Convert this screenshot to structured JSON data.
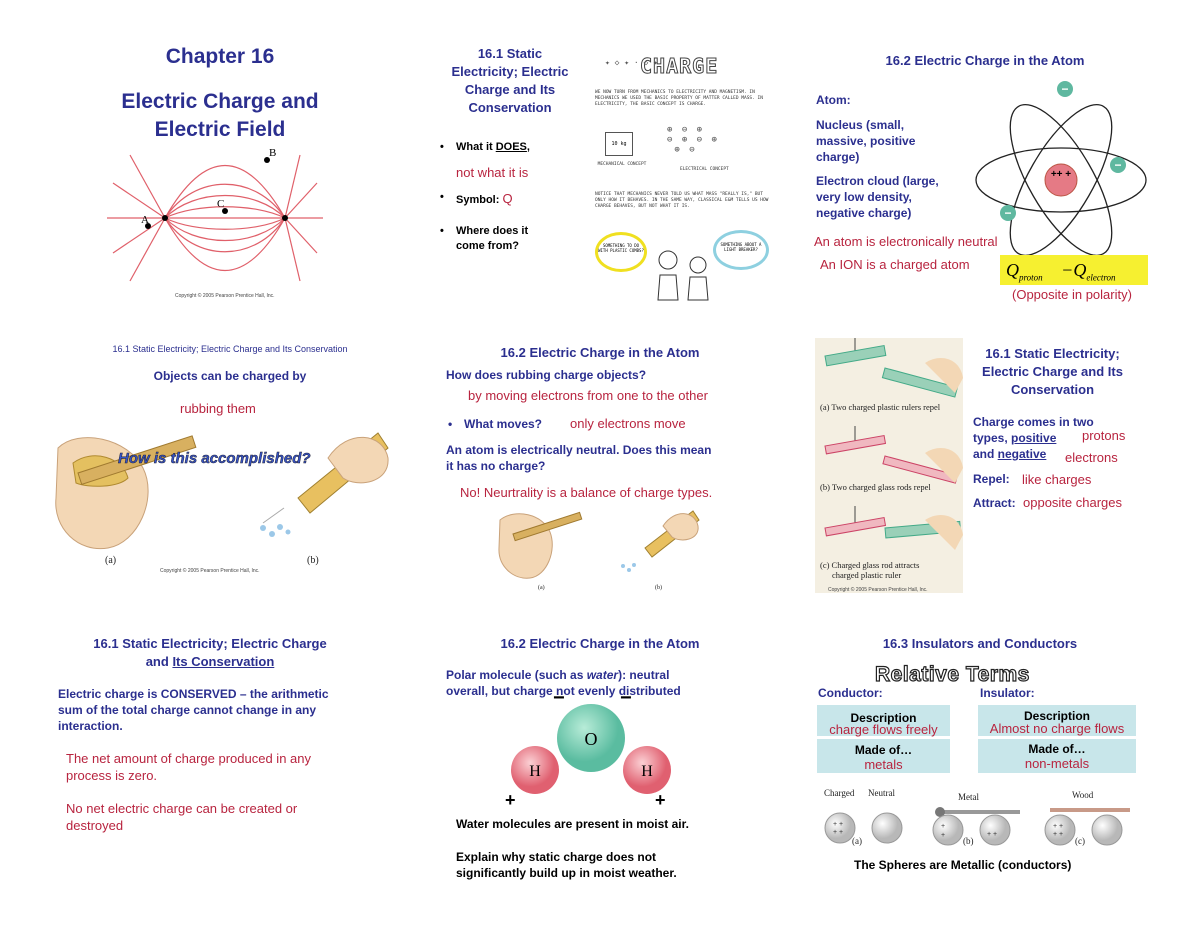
{
  "s1": {
    "title": "Chapter 16",
    "subtitle_line1": "Electric Charge and",
    "subtitle_line2": "Electric Field",
    "labels": {
      "a": "A",
      "b": "B",
      "c": "C"
    },
    "copyright": "Copyright © 2005 Pearson Prentice Hall, Inc."
  },
  "s2": {
    "title_line1": "16.1 Static",
    "title_line2": "Electricity; Electric",
    "title_line3": "Charge and Its",
    "title_line4": "Conservation",
    "b1_prefix": "What it ",
    "b1_underlined": "DOES",
    "b1_suffix": ",",
    "b1_answer": "not what it is",
    "b2_label": "Symbol:",
    "b2_answer": "Q",
    "b3_line1": "Where does it",
    "b3_line2": "come from?",
    "comic_title": "CHARGE",
    "comic_text1": "WE NOW TURN FROM MECHANICS TO ELECTRICITY AND MAGNETISM. IN MECHANICS WE USED THE BASIC PROPERTY OF MATTER CALLED MASS. IN ELECTRICITY, THE BASIC CONCEPT IS CHARGE.",
    "comic_mech": "MECHANICAL CONCEPT",
    "comic_elec": "ELECTRICAL CONCEPT",
    "comic_weight": "10 kg",
    "comic_text2": "NOTICE THAT MECHANICS NEVER TOLD US WHAT MASS \"REALLY IS,\" BUT ONLY HOW IT BEHAVES. IN THE SAME WAY, CLASSICAL E&M TELLS US HOW CHARGE BEHAVES, BUT NOT WHAT IT IS.",
    "bubble1": "SOMETHING TO DO WITH PLASTIC COMBS?",
    "bubble2": "SOMETHING ABOUT A LIGHT BREAKER?"
  },
  "s3": {
    "title": "16.2 Electric Charge in the Atom",
    "atom_label": "Atom:",
    "nucleus_line1": "Nucleus (small,",
    "nucleus_line2": "massive, positive",
    "nucleus_line3": "charge)",
    "cloud_line1": "Electron cloud (large,",
    "cloud_line2": "very low density,",
    "cloud_line3": "negative charge)",
    "neutral": "An atom is electronically neutral",
    "ion": "An ION is a charged atom",
    "formula_q1": "Q",
    "formula_sub1": "proton",
    "formula_minus": "−Q",
    "formula_sub2": "electron",
    "opposite": "(Opposite in polarity)",
    "nucleus_sign": "++ +",
    "electron_sign": "−"
  },
  "s4": {
    "title": "16.1 Static Electricity; Electric Charge and Its Conservation",
    "objects": "Objects can be charged by",
    "rubbing": "rubbing them",
    "question": "How is this accomplished?",
    "cap_a": "(a)",
    "cap_b": "(b)",
    "copyright": "Copyright © 2005 Pearson Prentice Hall, Inc."
  },
  "s5": {
    "title": "16.2 Electric Charge in the Atom",
    "q1": "How does rubbing charge objects?",
    "a1": "by moving electrons from one to the other",
    "q2": "What moves?",
    "a2": "only electrons move",
    "q3_line1": "An atom is electrically neutral. Does this mean",
    "q3_line2": "it has no charge?",
    "a3": "No! Neurtrality is a balance of charge types.",
    "cap_a": "(a)",
    "cap_b": "(b)"
  },
  "s6": {
    "title_line1": "16.1 Static Electricity;",
    "title_line2": "Electric Charge and Its",
    "title_line3": "Conservation",
    "types_line1": "Charge comes in two",
    "types_line2_prefix": "types, ",
    "positive": "positive",
    "protons": "protons",
    "and": "and ",
    "negative": "negative",
    "electrons": "electrons",
    "repel_label": "Repel:",
    "repel_value": "like charges",
    "attract_label": "Attract:",
    "attract_value": "opposite charges",
    "cap_a": "(a)  Two charged plastic rulers repel",
    "cap_b": "(b)  Two charged glass rods repel",
    "cap_c1": "(c)  Charged glass rod attracts",
    "cap_c2": "charged plastic ruler",
    "copyright": "Copyright © 2005 Pearson Prentice Hall, Inc."
  },
  "s7": {
    "title_line1": "16.1 Static Electricity; Electric Charge",
    "title_line2_prefix": "and ",
    "title_line2_u": "Its Conservation",
    "conserved_line1": "Electric charge is CONSERVED – the arithmetic",
    "conserved_line2": "sum of the total charge cannot change in any",
    "conserved_line3": "interaction.",
    "net_line1": "The net amount of charge produced in any",
    "net_line2": "process is zero.",
    "nonet_line1": "No net electric charge can be created or",
    "nonet_line2": "destroyed"
  },
  "s8": {
    "title": "16.2 Electric Charge in the Atom",
    "polar_line1_prefix": "Polar molecule (such as ",
    "polar_italic": "water",
    "polar_line1_suffix": "): neutral",
    "polar_line2": "overall, but charge not evenly distributed",
    "atom_o": "O",
    "atom_h1": "H",
    "atom_h2": "H",
    "minus1": "−",
    "minus2": "−",
    "plus1": "+",
    "plus2": "+",
    "moist": "Water molecules are present in moist air.",
    "explain_line1": "Explain why static charge does not",
    "explain_line2": "significantly build up in moist weather."
  },
  "s9": {
    "title": "16.3 Insulators and Conductors",
    "relative": "Relative Terms",
    "conductor": "Conductor:",
    "insulator": "Insulator:",
    "description": "Description",
    "cond_desc": "charge flows freely",
    "ins_desc": "Almost no charge flows",
    "made_of": "Made of…",
    "cond_made": "metals",
    "ins_made": "non-metals",
    "charged": "Charged",
    "neutral": "Neutral",
    "metal": "Metal",
    "wood": "Wood",
    "cap_a": "(a)",
    "cap_b": "(b)",
    "cap_c": "(c)",
    "spheres": "The Spheres are Metallic (conductors)"
  },
  "colors": {
    "navy": "#2b2f8f",
    "red": "#b8243f",
    "box": "#c8e6ea"
  }
}
